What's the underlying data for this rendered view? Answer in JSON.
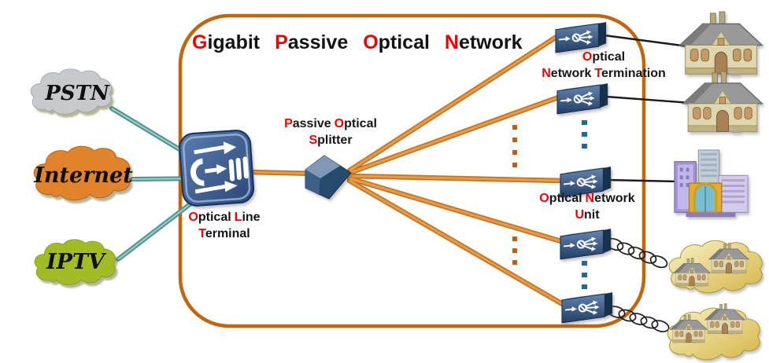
{
  "diagram_title": {
    "text": "Gigabit Passive Optical Network",
    "words": [
      {
        "initial": "G",
        "rest": "igabit"
      },
      {
        "initial": "P",
        "rest": "assive"
      },
      {
        "initial": "O",
        "rest": "ptical"
      },
      {
        "initial": "N",
        "rest": "etwork"
      }
    ]
  },
  "service_clouds": {
    "pstn": {
      "label": "PSTN",
      "fill": "#c6cacd"
    },
    "internet": {
      "label": "Internet",
      "fill": "#e0832a"
    },
    "iptv": {
      "label": "IPTV",
      "fill": "#a2bc28"
    }
  },
  "olt": {
    "text": "Optical Line Terminal",
    "line1": [
      {
        "initial": "O",
        "rest": "ptical"
      },
      {
        "initial": "L",
        "rest": "ine"
      }
    ],
    "line2": [
      {
        "initial": "T",
        "rest": "erminal"
      }
    ]
  },
  "splitter": {
    "text": "Passive Optical Splitter",
    "line1": [
      {
        "initial": "P",
        "rest": "assive"
      },
      {
        "initial": "O",
        "rest": "ptical"
      }
    ],
    "line2": [
      {
        "initial": "S",
        "rest": "plitter"
      }
    ]
  },
  "ont": {
    "text": "Optical Network Termination",
    "line1": [
      {
        "initial": "O",
        "rest": "ptical"
      }
    ],
    "line2": [
      {
        "initial": "N",
        "rest": "etwork"
      },
      {
        "initial": "T",
        "rest": "ermination"
      }
    ]
  },
  "onu": {
    "text": "Optical Network Unit",
    "line1": [
      {
        "initial": "O",
        "rest": "ptical"
      },
      {
        "initial": "N",
        "rest": "etwork"
      }
    ],
    "line2": [
      {
        "initial": "U",
        "rest": "nit"
      }
    ]
  },
  "colors": {
    "boundary_orange": "#c2660e",
    "fiber_orange": "#d98531",
    "copper_teal": "#59a09d",
    "initial_red": "#ee0000",
    "device_blue": "#2e4f78",
    "dotted_orange": "#c05f0e",
    "dotted_blue": "#1e6aa0",
    "gold_cloud": "#d9ba4e"
  },
  "icons": [
    "cloud-icon",
    "olt-router-icon",
    "optical-splitter-icon",
    "ont-device-icon",
    "house-icon",
    "building-icon",
    "chain-link-icon"
  ]
}
